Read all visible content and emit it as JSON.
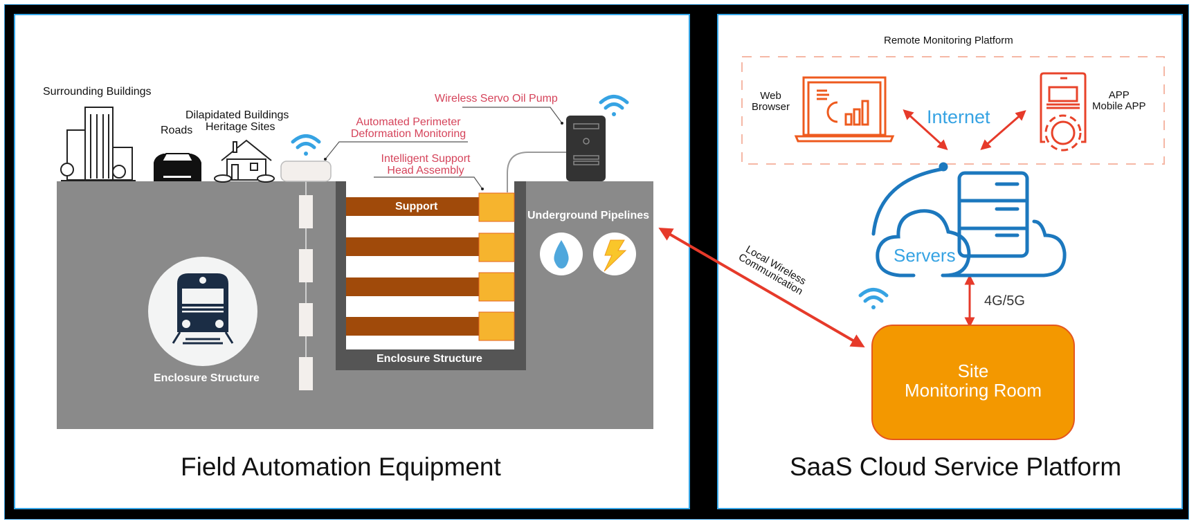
{
  "left_panel": {
    "title": "Field Automation Equipment",
    "surface_labels": {
      "surrounding_buildings": "Surrounding Buildings",
      "roads": "Roads",
      "dilapidated_line1": "Dilapidated Buildings",
      "dilapidated_line2": "Heritage Sites"
    },
    "callouts": {
      "perimeter_line1": "Automated Perimeter",
      "perimeter_line2": "Deformation Monitoring",
      "support_head_line1": "Intelligent Support",
      "support_head_line2": "Head Assembly",
      "oil_pump": "Wireless Servo Oil Pump"
    },
    "underground": {
      "support": "Support",
      "enclosure_pit": "Enclosure Structure",
      "enclosure_tunnel": "Enclosure Structure",
      "pipelines": "Underground Pipelines"
    },
    "icons": [
      "buildings-icon",
      "car-icon",
      "house-icon",
      "wifi-icon",
      "train-icon",
      "water-drop-icon",
      "lightning-icon",
      "pump-tower-icon"
    ]
  },
  "right_panel": {
    "title": "SaaS Cloud Service Platform",
    "remote_platform": "Remote Monitoring Platform",
    "web_line1": "Web",
    "web_line2": "Browser",
    "app_line1": "APP",
    "app_line2": "Mobile APP",
    "internet": "Internet",
    "servers": "Servers",
    "network": "4G/5G",
    "site_line1": "Site",
    "site_line2": "Monitoring Room"
  },
  "link": {
    "line1": "Local Wireless",
    "line2": "Communication"
  },
  "colors": {
    "frame": "#000000",
    "frame_edge": "#35a6e8",
    "ground": "#8a8a8a",
    "support_beam": "#a04a0a",
    "support_head": "#f6b42e",
    "callout_text": "#d5435a",
    "arrow": "#e63a2a",
    "icon_orange": "#ee5a1e",
    "cloud_blue": "#1c78be",
    "text_blue": "#36a3e3",
    "site_box": "#f39800"
  }
}
